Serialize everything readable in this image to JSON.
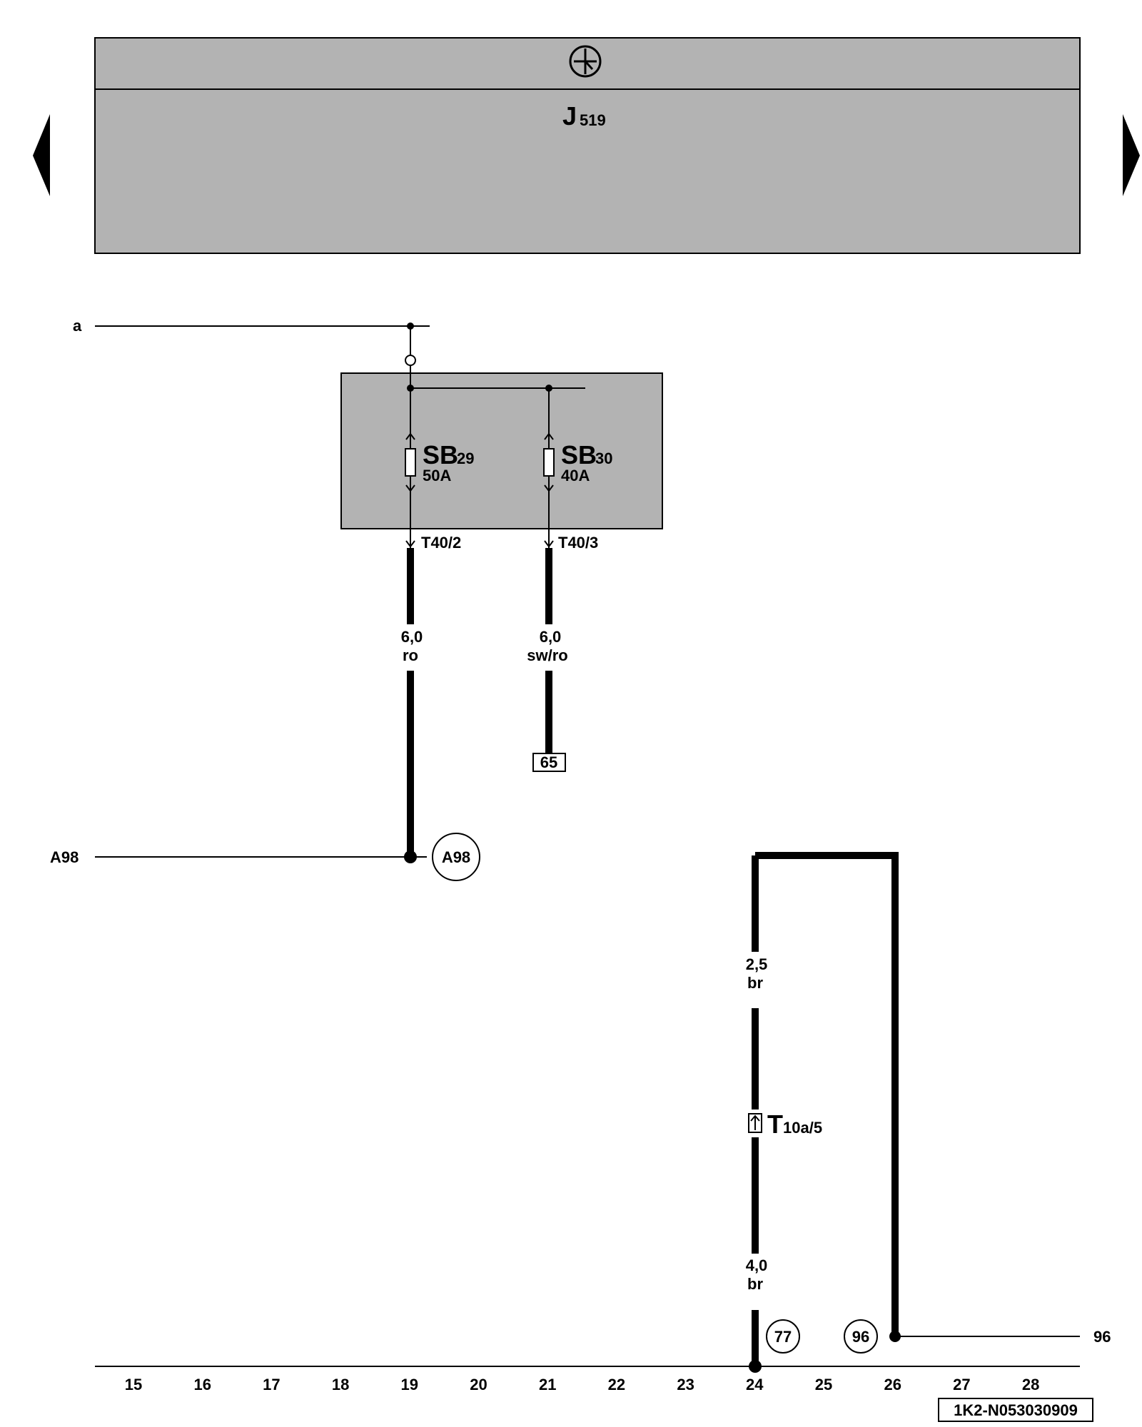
{
  "component": {
    "id": "J",
    "sub": "519"
  },
  "fuses": [
    {
      "id": "SB",
      "sub": "29",
      "rating": "50A",
      "pin": "T40/2"
    },
    {
      "id": "SB",
      "sub": "30",
      "rating": "40A",
      "pin": "T40/3"
    }
  ],
  "left_labels": {
    "a": "a",
    "a98": "A98"
  },
  "wires": {
    "w1": {
      "size": "6,0",
      "color": "ro"
    },
    "w2": {
      "size": "6,0",
      "color": "sw/ro"
    },
    "w3": {
      "size": "2,5",
      "color": "br"
    },
    "w4": {
      "size": "4,0",
      "color": "br"
    }
  },
  "reference_box": "65",
  "ground_circle": "A98",
  "connector": {
    "id": "T",
    "sub": "10a/5"
  },
  "circles": {
    "c77": "77",
    "c96": "96"
  },
  "right_label": "96",
  "scale": [
    "15",
    "16",
    "17",
    "18",
    "19",
    "20",
    "21",
    "22",
    "23",
    "24",
    "25",
    "26",
    "27",
    "28"
  ],
  "figure_code": "1K2-N053030909",
  "colors": {
    "panel": "#b3b3b3",
    "wire": "#000000"
  },
  "icons": [
    "nav-prev-arrow-icon",
    "nav-next-arrow-icon",
    "ground-symbol-icon",
    "fuse-icon",
    "connector-icon"
  ]
}
